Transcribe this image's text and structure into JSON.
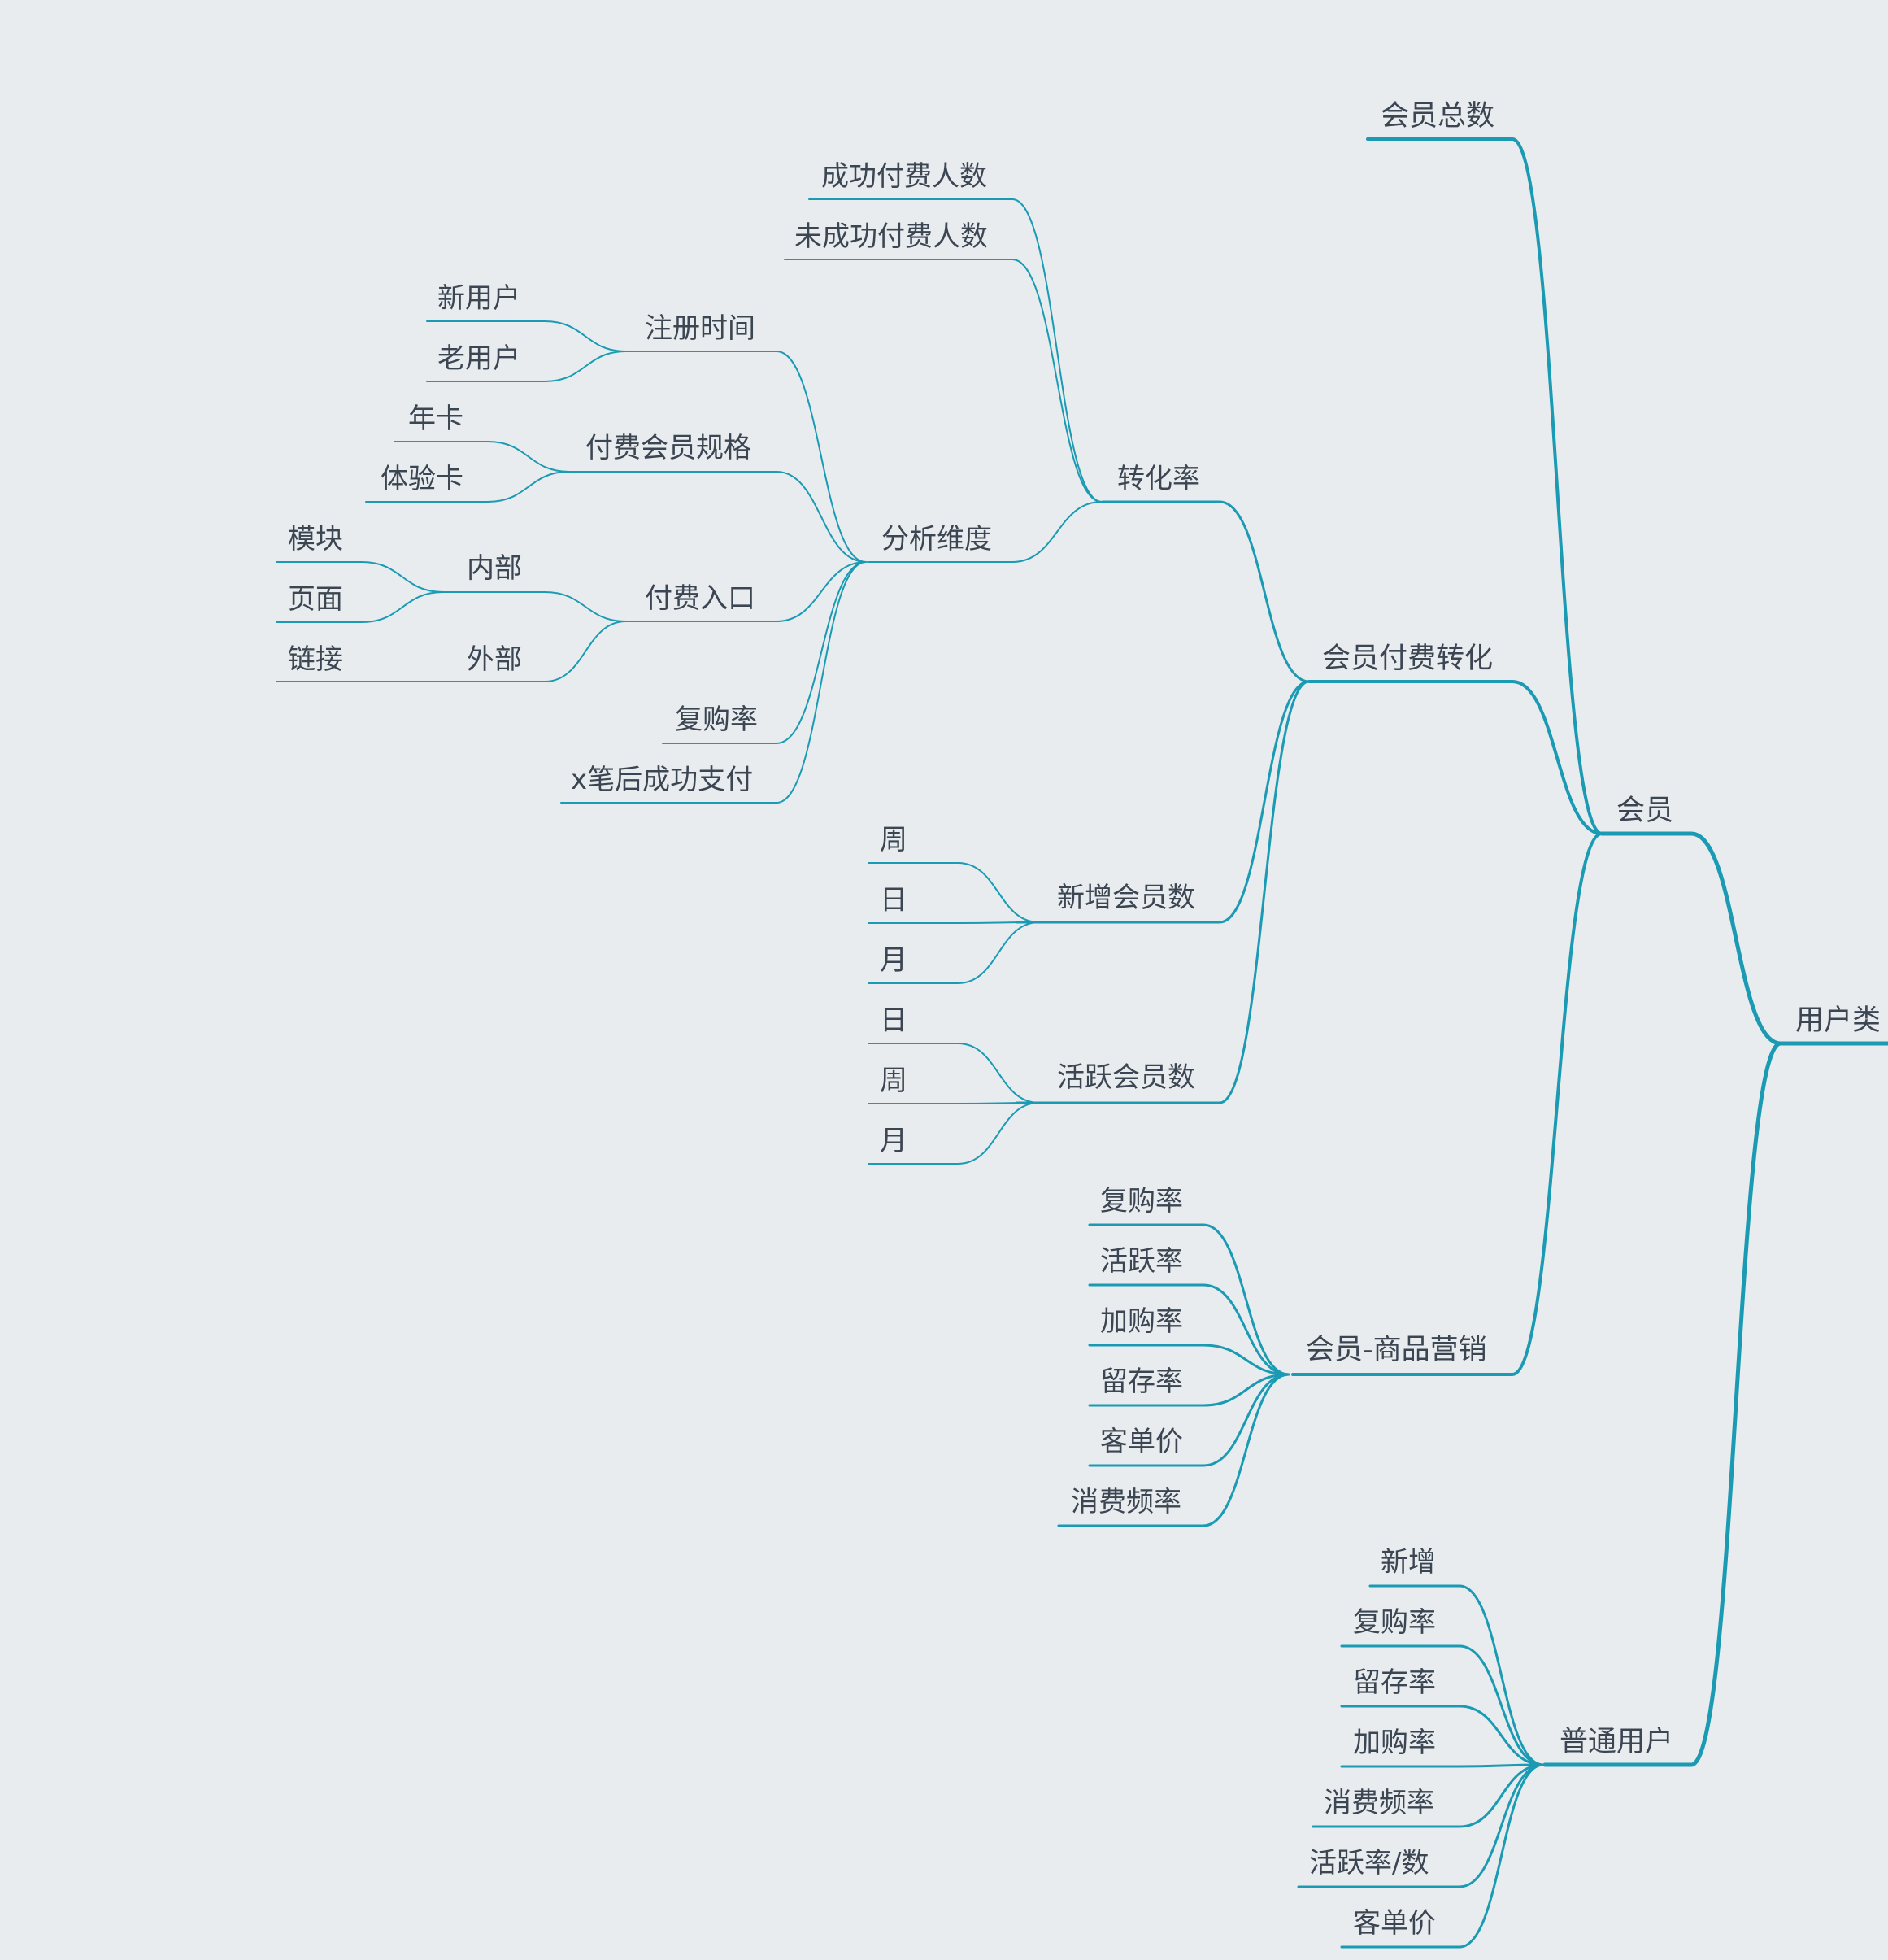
{
  "mindmap": {
    "line_color": "#1a9ab3",
    "root": {
      "label": "用户类"
    },
    "members": {
      "label": "会员",
      "total": "会员总数",
      "conversion": {
        "label": "会员付费转化",
        "rate": {
          "label": "转化率",
          "success_payers": "成功付费人数",
          "failed_payers": "未成功付费人数",
          "dimensions": {
            "label": "分析维度",
            "reg_time": {
              "label": "注册时间",
              "new_user": "新用户",
              "old_user": "老用户"
            },
            "spec": {
              "label": "付费会员规格",
              "annual": "年卡",
              "trial": "体验卡"
            },
            "entry": {
              "label": "付费入口",
              "internal": {
                "label": "内部",
                "module": "模块",
                "page": "页面"
              },
              "external": {
                "label": "外部",
                "link": "链接"
              }
            },
            "repurchase": "复购率",
            "after_x": "x笔后成功支付"
          }
        },
        "new_members": {
          "label": "新增会员数",
          "week": "周",
          "day": "日",
          "month": "月"
        },
        "active_members": {
          "label": "活跃会员数",
          "day": "日",
          "week": "周",
          "month": "月"
        }
      },
      "marketing": {
        "label": "会员-商品营销",
        "repurchase": "复购率",
        "active": "活跃率",
        "add_cart": "加购率",
        "retention": "留存率",
        "aov": "客单价",
        "frequency": "消费频率"
      }
    },
    "regular": {
      "label": "普通用户",
      "new": "新增",
      "repurchase": "复购率",
      "retention": "留存率",
      "add_cart": "加购率",
      "frequency": "消费频率",
      "active": "活跃率/数",
      "aov": "客单价"
    }
  }
}
